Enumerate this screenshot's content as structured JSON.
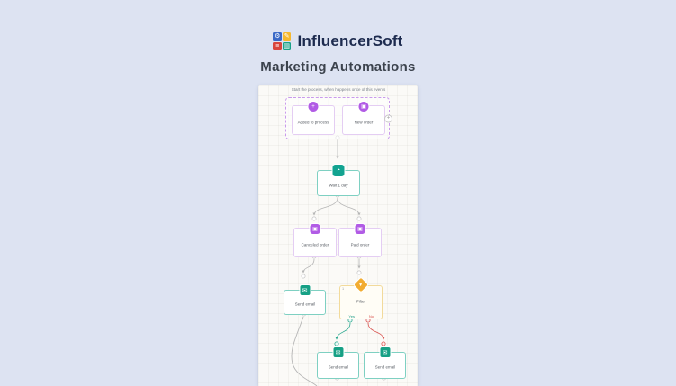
{
  "header": {
    "brand": "InfluencerSoft",
    "title": "Marketing Automations"
  },
  "icons": {
    "logo_gear": "⚙",
    "logo_pencil": "✎",
    "logo_lines": "≡",
    "logo_grid": "▥",
    "plus": "+",
    "contact": "+",
    "order": "▣",
    "wait": "◔",
    "envelope": "✉",
    "filter": "▼"
  },
  "canvas": {
    "start": {
      "label": "Start the process, when happens once of this events",
      "events": [
        {
          "label": "Added to process"
        },
        {
          "label": "New order"
        }
      ]
    },
    "wait": {
      "label": "Wait 1 day"
    },
    "branches": [
      {
        "label": "Canceled order"
      },
      {
        "label": "Paid order"
      }
    ],
    "send_email_left": {
      "label": "Send email"
    },
    "filter": {
      "label": "Filter",
      "badge": "1",
      "yes": "Yes",
      "no": "No"
    },
    "send_email_yes": {
      "label": "Send email"
    },
    "send_email_no": {
      "label": "Send email"
    }
  },
  "colors": {
    "page_bg": "#dde3f2",
    "panel_bg": "#fbfaf7",
    "purple": "#b15be5",
    "teal": "#12a390",
    "green": "#16a085",
    "yellow": "#f2ac31",
    "red": "#d9534f",
    "wire_gray": "#b5b5b5"
  }
}
